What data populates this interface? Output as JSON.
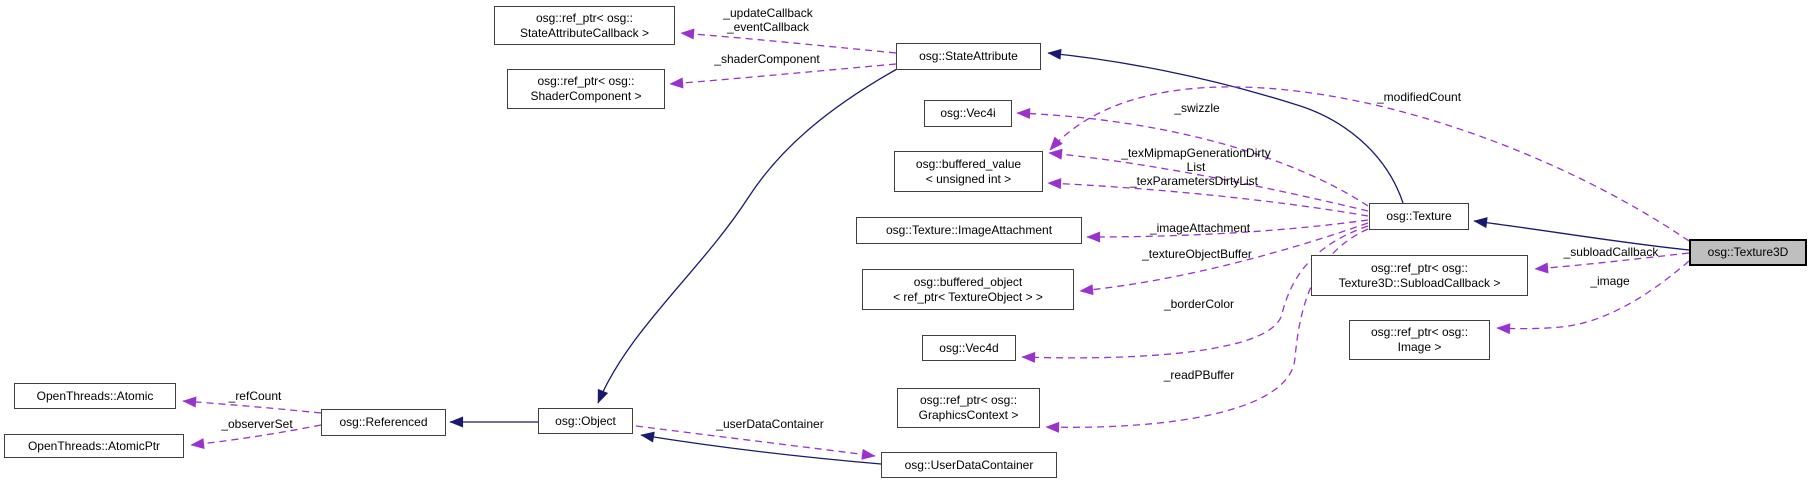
{
  "graph": {
    "highlighted_node": "osg::Texture3D",
    "colors": {
      "inheritance_edge": "#191970",
      "usage_edge": "#9a32cd",
      "node_fill": "#ffffff",
      "highlight_node_fill": "#bfbfbf",
      "node_border": "#3f3f3f"
    }
  },
  "nodes": [
    {
      "id": "ref_ptr_state_attribute_callback",
      "label": "osg::ref_ptr< osg::\nStateAttributeCallback >"
    },
    {
      "id": "ref_ptr_shader_component",
      "label": "osg::ref_ptr< osg::\nShaderComponent >"
    },
    {
      "id": "state_attribute",
      "label": "osg::StateAttribute"
    },
    {
      "id": "vec4i",
      "label": "osg::Vec4i"
    },
    {
      "id": "buffered_value",
      "label": "osg::buffered_value\n< unsigned int >"
    },
    {
      "id": "image_attachment",
      "label": "osg::Texture::ImageAttachment"
    },
    {
      "id": "buffered_object",
      "label": "osg::buffered_object\n< ref_ptr< TextureObject > >"
    },
    {
      "id": "vec4d",
      "label": "osg::Vec4d"
    },
    {
      "id": "ref_ptr_graphics_context",
      "label": "osg::ref_ptr< osg::\nGraphicsContext >"
    },
    {
      "id": "user_data_container",
      "label": "osg::UserDataContainer"
    },
    {
      "id": "object",
      "label": "osg::Object"
    },
    {
      "id": "referenced",
      "label": "osg::Referenced"
    },
    {
      "id": "atomic",
      "label": "OpenThreads::Atomic"
    },
    {
      "id": "atomic_ptr",
      "label": "OpenThreads::AtomicPtr"
    },
    {
      "id": "texture",
      "label": "osg::Texture"
    },
    {
      "id": "ref_ptr_subload_callback",
      "label": "osg::ref_ptr< osg::\nTexture3D::SubloadCallback >"
    },
    {
      "id": "ref_ptr_image",
      "label": "osg::ref_ptr< osg::\nImage >"
    },
    {
      "id": "texture3d",
      "label": "osg::Texture3D"
    }
  ],
  "edges": [
    {
      "from": "state_attribute",
      "to": "ref_ptr_state_attribute_callback",
      "type": "usage",
      "label": "_updateCallback\n_eventCallback"
    },
    {
      "from": "state_attribute",
      "to": "ref_ptr_shader_component",
      "type": "usage",
      "label": "_shaderComponent"
    },
    {
      "from": "texture",
      "to": "vec4i",
      "type": "usage",
      "label": "_swizzle"
    },
    {
      "from": "texture",
      "to": "buffered_value",
      "type": "usage",
      "label": "_texMipmapGenerationDirty\nList"
    },
    {
      "from": "texture",
      "to": "buffered_value",
      "type": "usage",
      "label": "_texParametersDirtyList"
    },
    {
      "from": "texture3d",
      "to": "buffered_value",
      "type": "usage",
      "label": "_modifiedCount"
    },
    {
      "from": "texture",
      "to": "image_attachment",
      "type": "usage",
      "label": "_imageAttachment"
    },
    {
      "from": "texture",
      "to": "buffered_object",
      "type": "usage",
      "label": "_textureObjectBuffer"
    },
    {
      "from": "texture",
      "to": "vec4d",
      "type": "usage",
      "label": "_borderColor"
    },
    {
      "from": "texture",
      "to": "ref_ptr_graphics_context",
      "type": "usage",
      "label": "_readPBuffer"
    },
    {
      "from": "texture3d",
      "to": "ref_ptr_subload_callback",
      "type": "usage",
      "label": "_subloadCallback"
    },
    {
      "from": "texture3d",
      "to": "ref_ptr_image",
      "type": "usage",
      "label": "_image"
    },
    {
      "from": "object",
      "to": "user_data_container",
      "type": "usage",
      "label": "_userDataContainer"
    },
    {
      "from": "referenced",
      "to": "atomic",
      "type": "usage",
      "label": "_refCount"
    },
    {
      "from": "referenced",
      "to": "atomic_ptr",
      "type": "usage",
      "label": "_observerSet"
    },
    {
      "from": "texture",
      "to": "state_attribute",
      "type": "inheritance"
    },
    {
      "from": "state_attribute",
      "to": "object",
      "type": "inheritance"
    },
    {
      "from": "object",
      "to": "referenced",
      "type": "inheritance"
    },
    {
      "from": "user_data_container",
      "to": "object",
      "type": "inheritance"
    },
    {
      "from": "texture3d",
      "to": "texture",
      "type": "inheritance"
    }
  ]
}
